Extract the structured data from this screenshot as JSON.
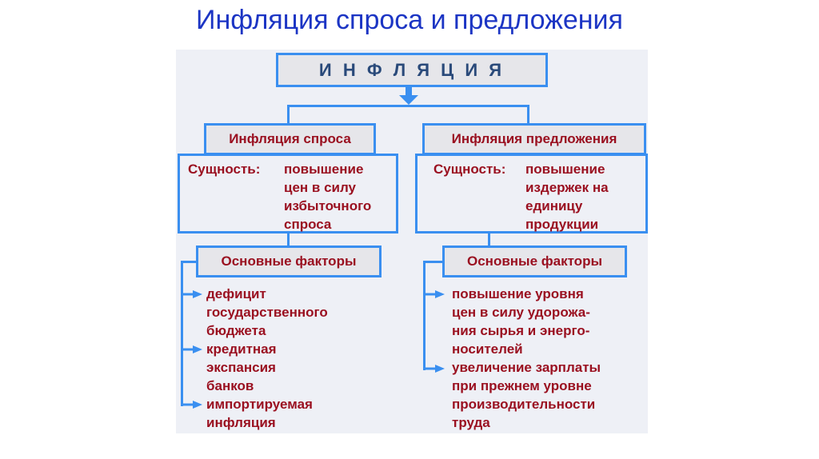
{
  "title": "Инфляция спроса и предложения",
  "root": "И Н Ф Л Я Ц И Я",
  "branches": [
    {
      "header": "Инфляция спроса",
      "essence_label": "Сущность:",
      "essence_lines": [
        "повышение",
        "цен в силу",
        "избыточного",
        "спроса"
      ],
      "factors_header": "Основные факторы",
      "factors": [
        [
          "дефицит",
          "государственного",
          "бюджета"
        ],
        [
          "кредитная",
          "экспансия",
          "банков"
        ],
        [
          "импортируемая",
          "инфляция"
        ]
      ]
    },
    {
      "header": "Инфляция предложения",
      "essence_label": "Сущность:",
      "essence_lines": [
        "повышение",
        "издержек на",
        "единицу",
        "продукции"
      ],
      "factors_header": "Основные факторы",
      "factors": [
        [
          "повышение уровня",
          "цен в силу удорожа-",
          "ния сырья и энерго-",
          "носителей"
        ],
        [
          "увеличение зарплаты",
          "при прежнем уровне",
          "производительности",
          "труда"
        ]
      ]
    }
  ],
  "colors": {
    "title": "#1c35c4",
    "accent": "#3a8ff0",
    "text": "#9a1020",
    "root_text": "#2a4a7a"
  }
}
